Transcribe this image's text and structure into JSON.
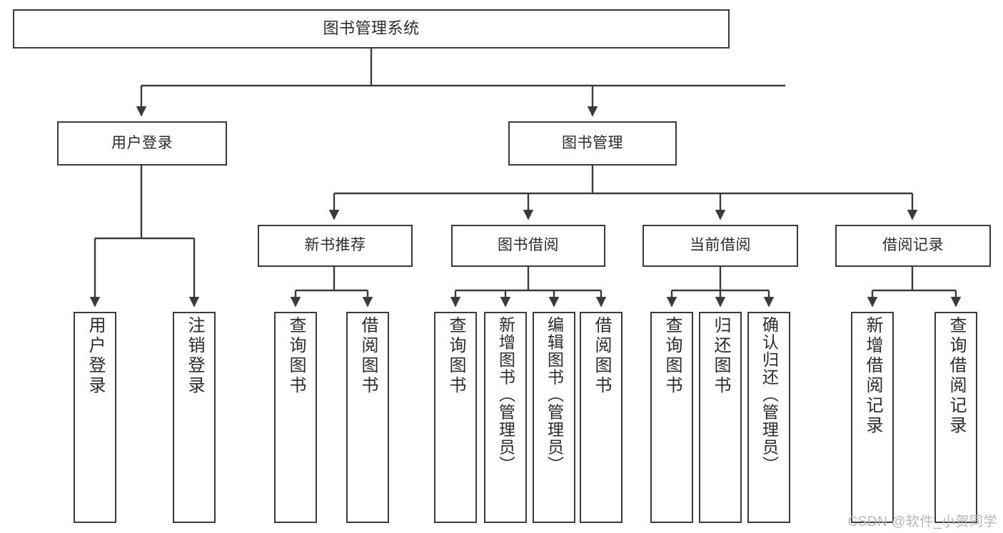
{
  "diagram": {
    "title": "图书管理系统",
    "watermark": "CSDN @软件_小贺同学",
    "colors": {
      "stroke": "#3b3b3b",
      "background": "#ffffff",
      "text": "#2b2b2b",
      "watermark": "#b6b6b6"
    },
    "nodes": {
      "root": "图书管理系统",
      "level2": {
        "user_login": "用户登录",
        "book_manage": "图书管理"
      },
      "level3": {
        "new_book_rec": "新书推荐",
        "book_borrow": "图书借阅",
        "current_borrow": "当前借阅",
        "borrow_record": "借阅记录"
      },
      "leaves": {
        "user_login_1": "用户登录",
        "user_login_2": "注销登录",
        "new_book_rec_1": "查询图书",
        "new_book_rec_2": "借阅图书",
        "book_borrow_1": "查询图书",
        "book_borrow_2": "新增图书（管理员）",
        "book_borrow_3": "编辑图书（管理员）",
        "book_borrow_4": "借阅图书",
        "current_borrow_1": "查询图书",
        "current_borrow_2": "归还图书",
        "current_borrow_3": "确认归还（管理员）",
        "borrow_record_1": "新增借阅记录",
        "borrow_record_2": "查询借阅记录"
      }
    }
  }
}
